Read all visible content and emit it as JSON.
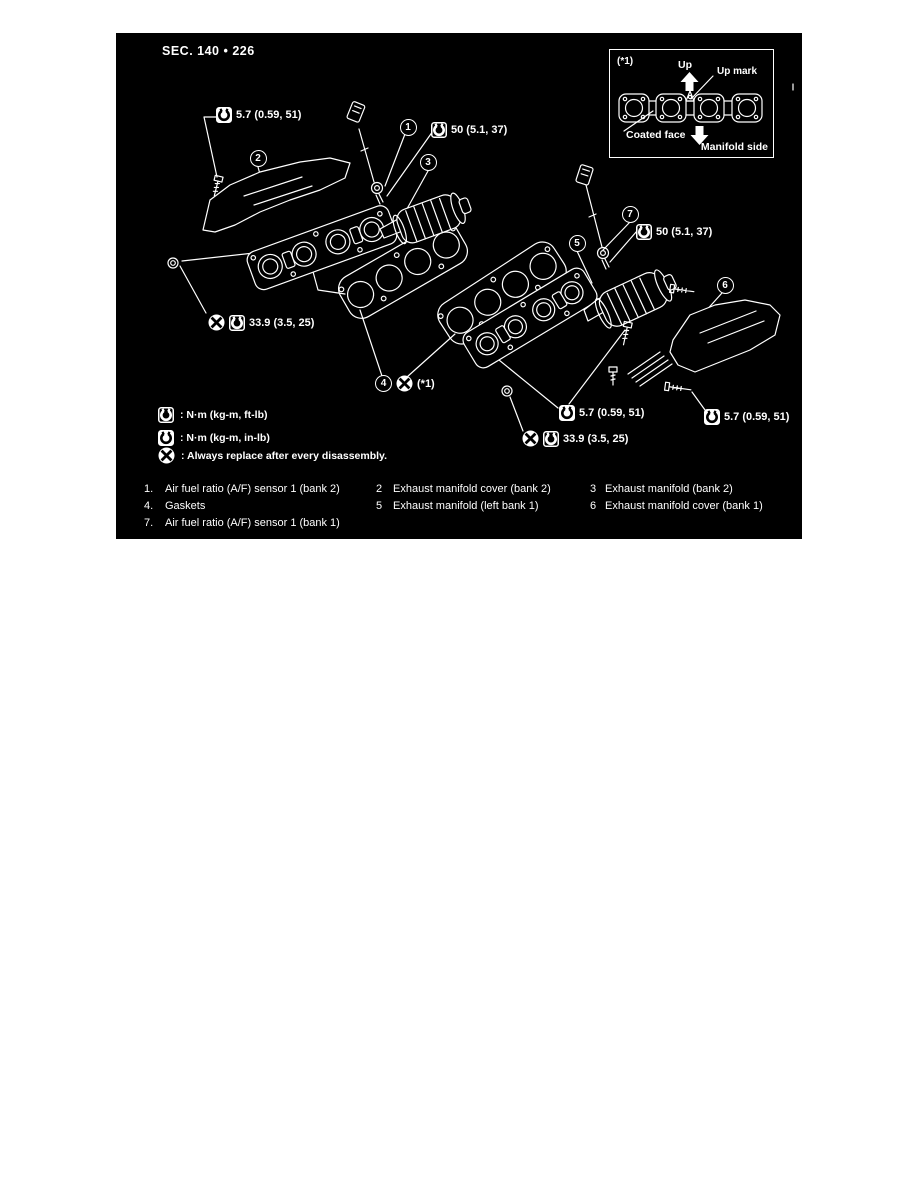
{
  "colors": {
    "page_bg": "#ffffff",
    "panel_bg": "#000000",
    "ink": "#ffffff"
  },
  "header": {
    "sec_title": "SEC. 140 • 226"
  },
  "inset": {
    "ref": "(*1)",
    "up": "Up",
    "up_mark": "Up mark",
    "coated_face": "Coated face",
    "manifold_side": "Manifold side"
  },
  "torques": {
    "t57_topleft": "5.7 (0.59, 51)",
    "t50_top": "50 (5.1, 37)",
    "t339_left": "33.9 (3.5, 25)",
    "t50_right": "50 (5.1, 37)",
    "t57_mid": "5.7 (0.59, 51)",
    "t57_right": "5.7 (0.59, 51)",
    "t339_bottom": "33.9 (3.5, 25)",
    "gasket_note": "(*1)"
  },
  "callouts": {
    "c1": "1",
    "c2": "2",
    "c3": "3",
    "c4": "4",
    "c5": "5",
    "c6": "6",
    "c7": "7"
  },
  "legend": {
    "ftlb": ": N·m (kg-m, ft-lb)",
    "inlb": ": N·m (kg-m, in-lb)",
    "replace": ": Always replace after every disassembly."
  },
  "parts": [
    {
      "num": "1.",
      "name": "Air fuel ratio (A/F) sensor 1 (bank 2)"
    },
    {
      "num": "2",
      "name": "Exhaust manifold cover (bank 2)"
    },
    {
      "num": "3",
      "name": "Exhaust manifold (bank 2)"
    },
    {
      "num": "4.",
      "name": "Gaskets"
    },
    {
      "num": "5",
      "name": "Exhaust manifold (left bank 1)"
    },
    {
      "num": "6",
      "name": "Exhaust manifold cover (bank 1)"
    },
    {
      "num": "7.",
      "name": "Air fuel ratio (A/F) sensor 1 (bank 1)"
    }
  ]
}
